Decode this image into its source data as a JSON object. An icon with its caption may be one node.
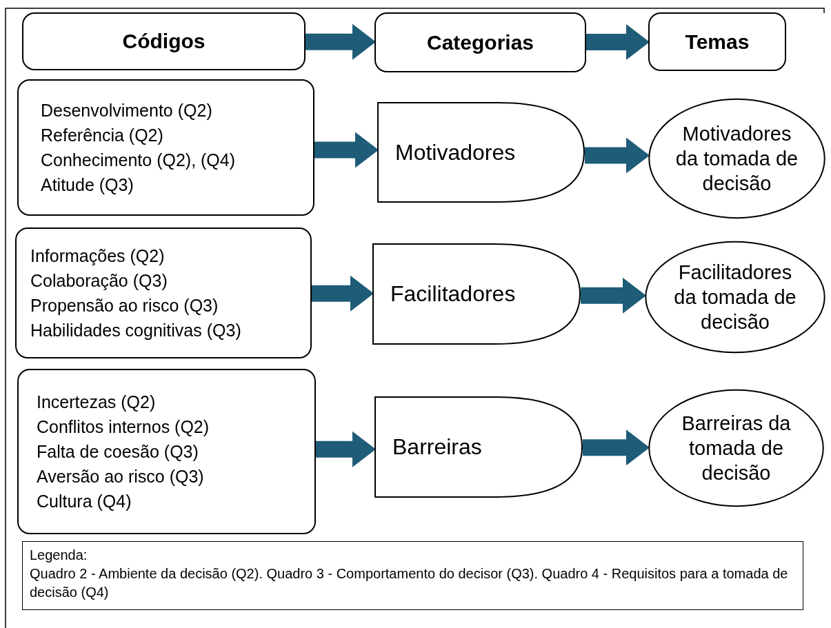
{
  "diagram": {
    "nodes": [
      {
        "text": [
          "Códigos"
        ]
      },
      {
        "text": [
          "Categorias"
        ]
      },
      {
        "text": [
          "Temas"
        ]
      },
      {
        "text": [
          "Desenvolvimento (Q2)",
          "Referência (Q2)",
          "Conhecimento (Q2), (Q4)",
          "Atitude (Q3)"
        ]
      },
      {
        "text": [
          "Motivadores"
        ]
      },
      {
        "text": [
          "Motivadores da tomada de decisão"
        ]
      },
      {
        "text": [
          "Informações (Q2)",
          "Colaboração (Q3)",
          "Propensão ao risco (Q3)",
          "Habilidades cognitivas (Q3)"
        ]
      },
      {
        "text": [
          "Facilitadores"
        ]
      },
      {
        "text": [
          "Facilitadores da tomada de decisão"
        ]
      },
      {
        "text": [
          "Incertezas (Q2)",
          "Conflitos internos (Q2)",
          "Falta de coesão (Q3)",
          "Aversão ao risco (Q3)",
          "Cultura (Q4)"
        ]
      },
      {
        "text": [
          "Barreiras"
        ]
      },
      {
        "text": [
          "Barreiras da tomada de decisão"
        ]
      },
      {
        "text": [
          "Legenda:",
          "Quadro 2 - Ambiente da decisão (Q2). Quadro 3 - Comportamento do decisor (Q3). Quadro 4 - Requisitos para a tomada de decisão (Q4)"
        ]
      }
    ],
    "edges": [
      {
        "from": 0,
        "to": 1,
        "arrow": "to"
      },
      {
        "from": 1,
        "to": 2,
        "arrow": "to"
      },
      {
        "from": 3,
        "to": 4,
        "arrow": "to"
      },
      {
        "from": 4,
        "to": 5,
        "arrow": "to"
      },
      {
        "from": 6,
        "to": 7,
        "arrow": "to"
      },
      {
        "from": 7,
        "to": 8,
        "arrow": "to"
      },
      {
        "from": 9,
        "to": 10,
        "arrow": "to"
      },
      {
        "from": 10,
        "to": 11,
        "arrow": "to"
      }
    ]
  }
}
